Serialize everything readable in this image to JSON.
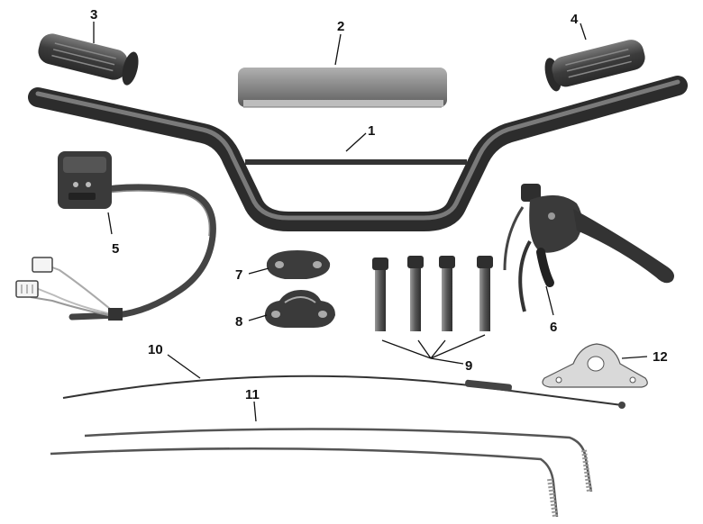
{
  "callouts": {
    "c1": "1",
    "c2": "2",
    "c3": "3",
    "c4": "4",
    "c5": "5",
    "c6": "6",
    "c7": "7",
    "c8": "8",
    "c9": "9",
    "c10": "10",
    "c11": "11",
    "c12": "12"
  },
  "colors": {
    "metal_dark": "#3a3a3a",
    "metal_mid": "#6e6e6e",
    "rubber": "#4a4a4a",
    "pad": "#8a8a8a",
    "bracket": "#d9d9d9"
  }
}
